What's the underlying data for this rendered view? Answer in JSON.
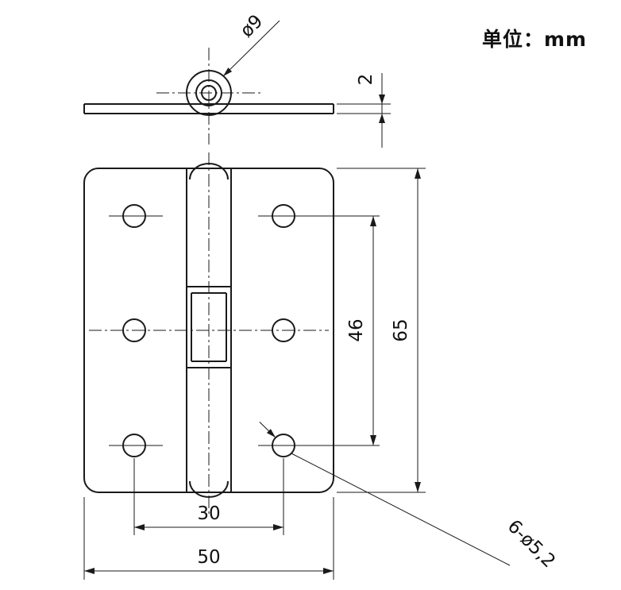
{
  "title": {
    "units_label": "单位：mm"
  },
  "drawing": {
    "type": "engineering-drawing-hinge",
    "labels": {
      "barrel_diameter": "ø9",
      "plate_thickness": "2",
      "hole_pitch_vertical": "46",
      "plate_height": "65",
      "hole_pitch_horizontal": "30",
      "plate_width": "50",
      "holes_callout": "6-ø5,2"
    },
    "colors": {
      "line": "#1a1a1a",
      "background": "#ffffff"
    }
  }
}
